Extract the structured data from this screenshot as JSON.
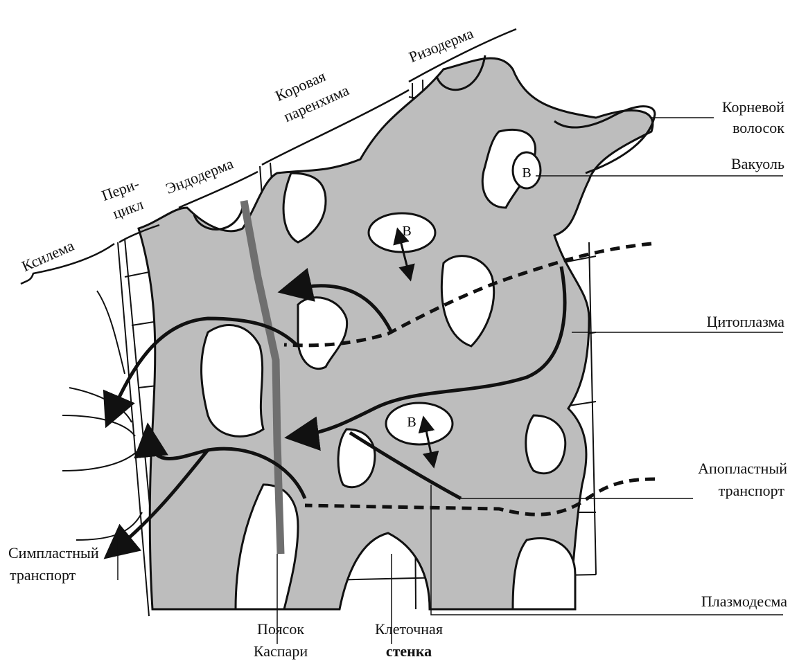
{
  "labels": {
    "xylem": "Ксилема",
    "pericycle_1": "Пери-",
    "pericycle_2": "цикл",
    "endodermis": "Эндодерма",
    "cortex_1": "Коровая",
    "cortex_2": "паренхима",
    "rhizodermis": "Ризодерма",
    "root_hair_1": "Корневой",
    "root_hair_2": "волосок",
    "vacuole": "Вакуоль",
    "cytoplasm": "Цитоплазма",
    "apoplast_1": "Апопластный",
    "apoplast_2": "транспорт",
    "symplast_1": "Симпластный",
    "symplast_2": "транспорт",
    "plasmodesma": "Плазмодесма",
    "casparian_1": "Поясок",
    "casparian_2": "Каспари",
    "cell_wall_1": "Клеточная",
    "cell_wall_2": "стенка"
  },
  "vacuole_marks": [
    "В",
    "В",
    "В"
  ],
  "colors": {
    "ink": "#111111",
    "cytoplasm_fill": "#bdbdbd",
    "casparian_band": "#6f6f6f",
    "background": "#ffffff"
  }
}
